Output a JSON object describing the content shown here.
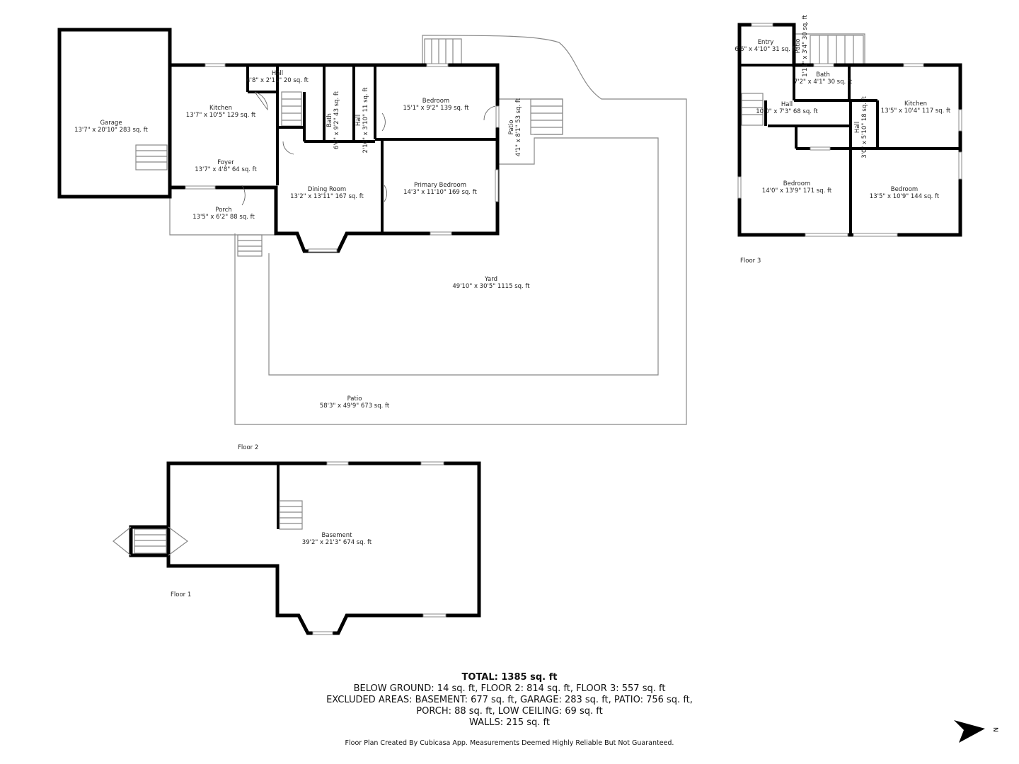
{
  "floors": {
    "floor1": "Floor 1",
    "floor2": "Floor 2",
    "floor3": "Floor 3"
  },
  "rooms": {
    "garage": {
      "name": "Garage",
      "dims": "13'7\" x 20'10\" 283 sq. ft"
    },
    "kitchen2": {
      "name": "Kitchen",
      "dims": "13'7\" x 10'5\" 129 sq. ft"
    },
    "hall2a": {
      "name": "Hall",
      "dims": "4'8\" x 2'11\" 20 sq. ft"
    },
    "bath2": {
      "name": "Bath",
      "dims": "6'0\" x 9'2\" 43 sq. ft"
    },
    "hall2b": {
      "name": "Hall",
      "dims": "2'10\" x 3'10\" 11 sq. ft"
    },
    "bedroom2": {
      "name": "Bedroom",
      "dims": "15'1\" x 9'2\" 139 sq. ft"
    },
    "patio2a": {
      "name": "Patio",
      "dims": "4'1\" x 8'1\" 53 sq. ft"
    },
    "foyer": {
      "name": "Foyer",
      "dims": "13'7\" x 4'8\" 64 sq. ft"
    },
    "dining": {
      "name": "Dining Room",
      "dims": "13'2\" x 13'11\" 167 sq. ft"
    },
    "primary": {
      "name": "Primary Bedroom",
      "dims": "14'3\" x 11'10\" 169 sq. ft"
    },
    "porch": {
      "name": "Porch",
      "dims": "13'5\" x 6'2\" 88 sq. ft"
    },
    "yard": {
      "name": "Yard",
      "dims": "49'10\" x 30'5\" 1115 sq. ft"
    },
    "patio2b": {
      "name": "Patio",
      "dims": "58'3\" x 49'9\" 673 sq. ft"
    },
    "basement": {
      "name": "Basement",
      "dims": "39'2\" x 21'3\" 674 sq. ft"
    },
    "entry3": {
      "name": "Entry",
      "dims": "6'6\" x 4'10\" 31 sq. ft"
    },
    "patio3": {
      "name": "Patio",
      "dims": "1'11\" x 3'4\" 30 sq. ft"
    },
    "bath3": {
      "name": "Bath",
      "dims": "7'2\" x 4'1\" 30 sq. ft"
    },
    "hall3a": {
      "name": "Hall",
      "dims": "10'0\" x 7'3\" 68 sq. ft"
    },
    "hall3b": {
      "name": "Hall",
      "dims": "3'0\" x 5'10\" 18 sq. ft"
    },
    "kitchen3": {
      "name": "Kitchen",
      "dims": "13'5\" x 10'4\" 117 sq. ft"
    },
    "bedroom3a": {
      "name": "Bedroom",
      "dims": "14'0\" x 13'9\" 171 sq. ft"
    },
    "bedroom3b": {
      "name": "Bedroom",
      "dims": "13'5\" x 10'9\" 144 sq. ft"
    }
  },
  "summary": {
    "total": "TOTAL: 1385 sq. ft",
    "line1": "BELOW GROUND: 14 sq. ft, FLOOR 2: 814 sq. ft, FLOOR 3: 557 sq. ft",
    "line2": "EXCLUDED AREAS: BASEMENT: 677 sq. ft, GARAGE: 283 sq. ft, PATIO: 756 sq. ft,",
    "line3": "PORCH: 88 sq. ft, LOW CEILING: 69 sq. ft",
    "line4": "WALLS: 215 sq. ft",
    "credit": "Floor Plan Created By Cubicasa App. Measurements Deemed Highly Reliable But Not Guaranteed."
  },
  "compass": {
    "label": "N",
    "icon": "north-arrow-icon"
  }
}
